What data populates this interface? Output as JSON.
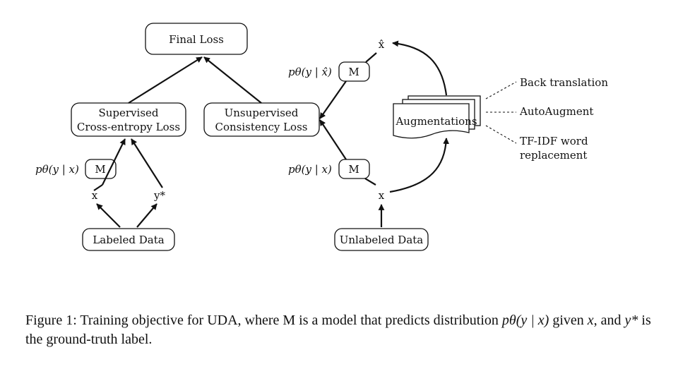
{
  "nodes": {
    "final_loss": "Final Loss",
    "supervised_loss": [
      "Supervised",
      "Cross-entropy Loss"
    ],
    "unsupervised_loss": [
      "Unsupervised",
      "Consistency Loss"
    ],
    "labeled_data": "Labeled Data",
    "unlabeled_data": "Unlabeled Data",
    "augmentations": "Augmentations",
    "model_label": "M"
  },
  "variables": {
    "x_labeled": "x",
    "y_star": "y*",
    "x_unlabeled": "x",
    "x_hat": "x̂"
  },
  "math": {
    "p_theta_y_given_x": "pθ(y | x)",
    "p_theta_y_given_xhat": "pθ(y | x̂)"
  },
  "augmentation_methods": {
    "back_translation": "Back translation",
    "autoaugment": "AutoAugment",
    "tfidf_line1": "TF-IDF word",
    "tfidf_line2": "replacement"
  },
  "caption": {
    "part1": "Figure 1: Training objective for UDA, where M is a model that predicts distribution ",
    "math1": "pθ(y | x)",
    "part2": " given ",
    "math2": "x",
    "part3": ", and ",
    "math3": "y*",
    "part4": " is the ground-truth label."
  }
}
